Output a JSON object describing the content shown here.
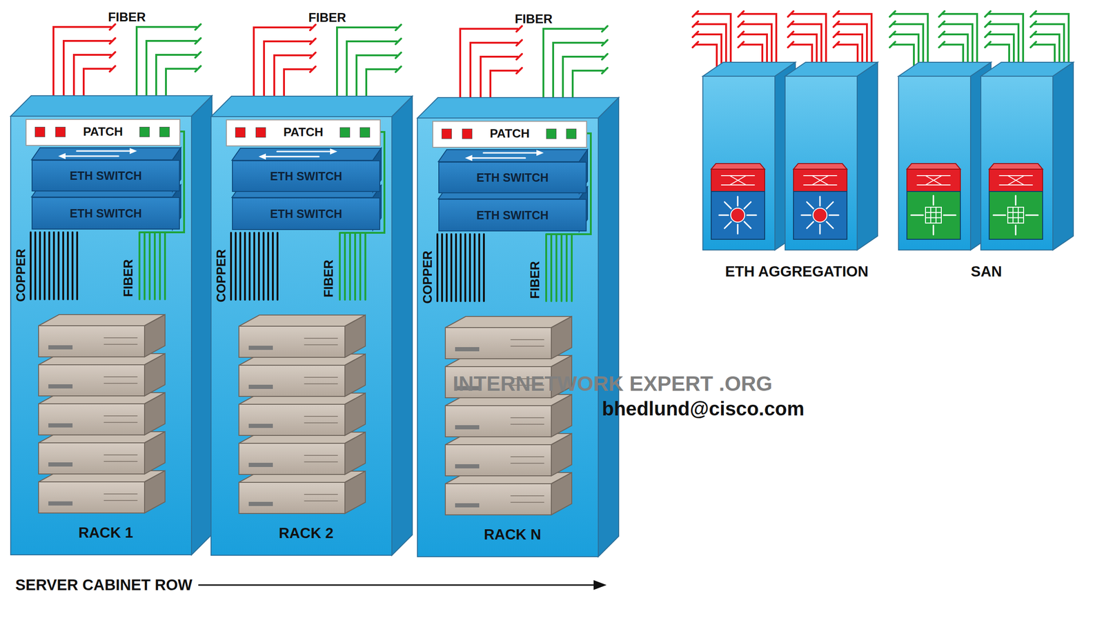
{
  "diagram": {
    "nodes": [
      {
        "text": [
          "RACK 1"
        ]
      },
      {
        "text": [
          "PATCH"
        ],
        "in": 0
      },
      {
        "text": [
          "ETH SWITCH"
        ],
        "in": 0
      },
      {
        "text": [
          "ETH SWITCH"
        ],
        "in": 0
      },
      {
        "text": [
          "RACK 2"
        ]
      },
      {
        "text": [
          "PATCH"
        ],
        "in": 4
      },
      {
        "text": [
          "ETH SWITCH"
        ],
        "in": 4
      },
      {
        "text": [
          "ETH SWITCH"
        ],
        "in": 4
      },
      {
        "text": [
          "RACK N"
        ]
      },
      {
        "text": [
          "PATCH"
        ],
        "in": 8
      },
      {
        "text": [
          "ETH SWITCH"
        ],
        "in": 8
      },
      {
        "text": [
          "ETH SWITCH"
        ],
        "in": 8
      },
      {
        "text": [
          "ETH AGGREGATION"
        ]
      },
      {
        "text": [
          "SAN"
        ]
      }
    ],
    "labels": [
      "FIBER",
      "FIBER",
      "FIBER",
      "COPPER",
      "FIBER",
      "COPPER",
      "FIBER",
      "COPPER",
      "FIBER",
      "INTERNETWORK EXPERT .ORG",
      "bhedlund@cisco.com",
      "SERVER CABINET ROW"
    ]
  }
}
